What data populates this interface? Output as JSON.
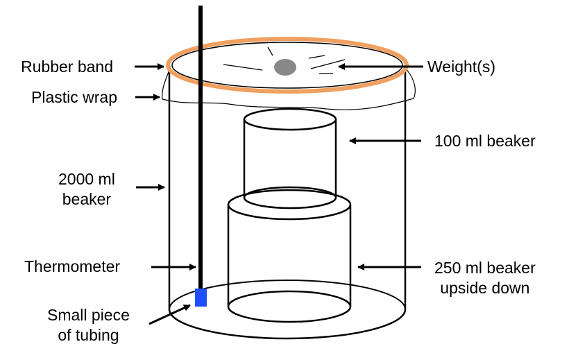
{
  "labels": {
    "rubber_band": "Rubber band",
    "plastic_wrap": "Plastic wrap",
    "beaker_2000": [
      "2000 ml",
      "beaker"
    ],
    "thermometer": "Thermometer",
    "tubing": [
      "Small piece",
      "of tubing"
    ],
    "weights": "Weight(s)",
    "beaker_100": "100 ml beaker",
    "beaker_250": [
      "250 ml beaker",
      "upside down"
    ]
  },
  "colors": {
    "rubber_band": "#F0A060",
    "tubing": "#1E4FFF",
    "weight": "#888888",
    "line": "#000000"
  }
}
